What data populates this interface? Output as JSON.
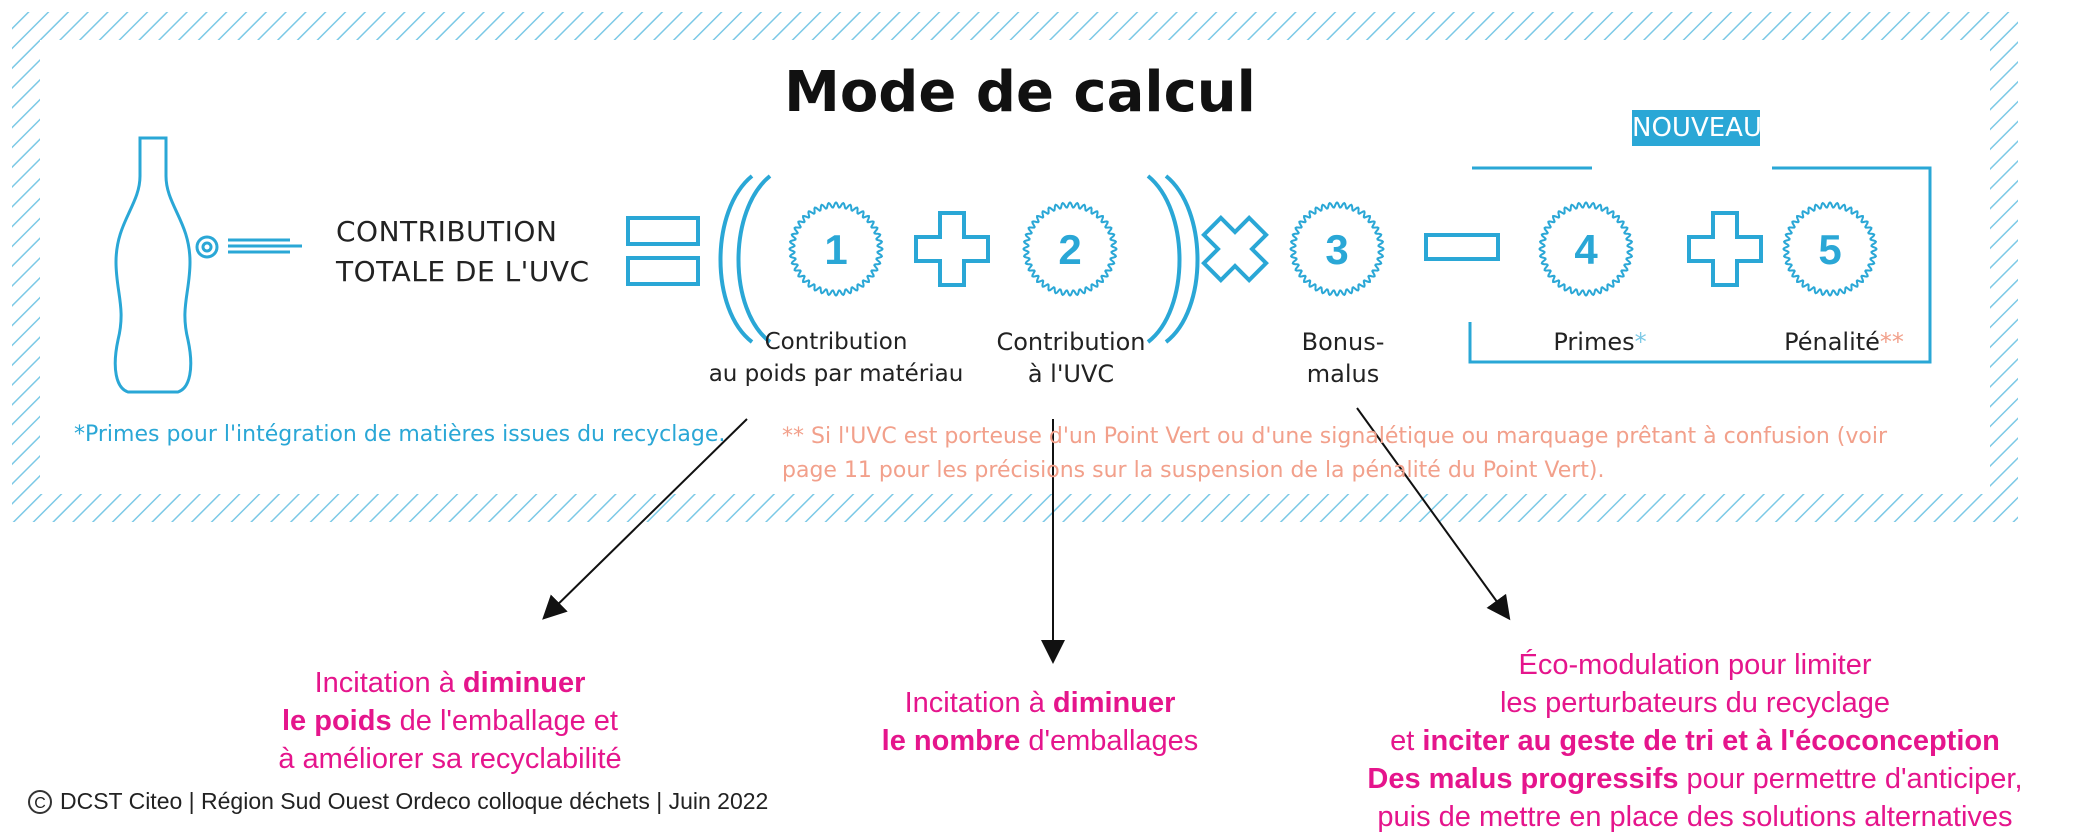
{
  "title": "Mode de calcul",
  "badge": "NOUVEAU",
  "contribution_label": [
    "CONTRIBUTION",
    "TOTALE DE L'UVC"
  ],
  "circles": [
    "1",
    "2",
    "3",
    "4",
    "5"
  ],
  "captions": {
    "c1": [
      "Contribution",
      "au poids par matériau"
    ],
    "c2": [
      "Contribution",
      "à l'UVC"
    ],
    "c3": [
      "Bonus-",
      "malus"
    ],
    "c4": "Primes",
    "c4_mark": "*",
    "c5": "Pénalité",
    "c5_mark": "**"
  },
  "footnotes": {
    "primes": "*Primes pour l'intégration de matières issues du recyclage.",
    "penalite_mark": "**",
    "penalite_line1": " Si l'UVC est porteuse d'un Point Vert ou d'une signalétique ou marquage prêtant à confusion (voir",
    "penalite_line2": "page 11 pour les précisions sur la suspension de la pénalité du Point Vert)."
  },
  "notes": {
    "left": {
      "l1a": "Incitation à ",
      "l1b": "diminuer",
      "l2a": "le poids",
      "l2b": " de l'emballage et",
      "l3": "à améliorer sa recyclabilité"
    },
    "middle": {
      "l1a": "Incitation à ",
      "l1b": "diminuer",
      "l2a": "le nombre",
      "l2b": " d'emballages"
    },
    "right": {
      "l1": "Éco-modulation pour limiter",
      "l2": "les perturbateurs du recyclage",
      "l3a": "et ",
      "l3b": "inciter au geste de tri et à l'écoconception",
      "l4a": "Des malus progressifs",
      "l4b": " pour permettre d'anticiper,",
      "l5": "puis de mettre en place des solutions alternatives"
    }
  },
  "footer": "DCST Citeo | Région Sud Ouest Ordeco colloque déchets | Juin 2022",
  "colors": {
    "accent_blue": "#2aa7d6",
    "pink": "#e5158c",
    "salmon": "#f2a08b"
  }
}
